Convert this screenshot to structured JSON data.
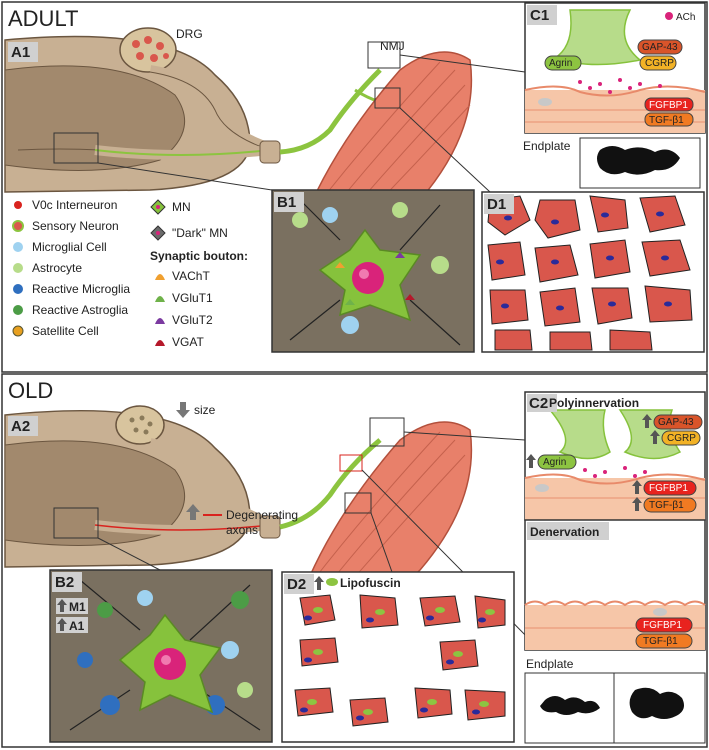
{
  "adult": {
    "title": "ADULT",
    "panel_a1": "A1",
    "drg": "DRG",
    "nmj": "NMJ",
    "panel_b1": "B1",
    "panel_c1": "C1",
    "panel_d1": "D1",
    "ach": "ACh",
    "agrin": "Agrin",
    "gap43": "GAP-43",
    "cgrp": "CGRP",
    "fgfbp1": "FGFBP1",
    "tgfb1": "TGF-β1",
    "endplate": "Endplate"
  },
  "legend": {
    "cells": [
      "V0c Interneuron",
      "Sensory Neuron",
      "Microglial Cell",
      "Astrocyte",
      "Reactive Microglia",
      "Reactive Astroglia",
      "Satellite Cell"
    ],
    "mn": "MN",
    "dark_mn": "\"Dark\" MN",
    "bouton_title": "Synaptic bouton:",
    "boutons": [
      "VAChT",
      "VGluT1",
      "VGluT2",
      "VGAT"
    ]
  },
  "old": {
    "title": "OLD",
    "panel_a2": "A2",
    "size": "size",
    "degenerating_1": "Degenerating",
    "degenerating_2": "axons",
    "panel_b2": "B2",
    "m1": "M1",
    "a1": "A1",
    "panel_c2": "C2",
    "polyinnervation": "Polyinnervation",
    "agrin": "Agrin",
    "gap43": "GAP-43",
    "cgrp": "CGRP",
    "fgfbp1": "FGFBP1",
    "tgfb1": "TGF-β1",
    "denervation": "Denervation",
    "fgfbp1_den": "FGFBP1",
    "tgfb1_den": "TGF-β1",
    "panel_d2": "D2",
    "lipofuscin": "Lipofuscin",
    "endplate": "Endplate"
  },
  "colors": {
    "cord": "#c8b093",
    "grey_matter": "#a2896d",
    "muscle": "#e8806a",
    "fiber": "#d9574c",
    "nerve_green": "#8cc43f",
    "panel_bg": "#7a7060",
    "mn_green": "#86c23c",
    "nucleus": "#d9237a",
    "fgfbp1": "#e8231e",
    "tgfb1": "#f07a22",
    "gap43": "#d9542a",
    "cgrp": "#f2b226",
    "agrin": "#8dc441"
  }
}
